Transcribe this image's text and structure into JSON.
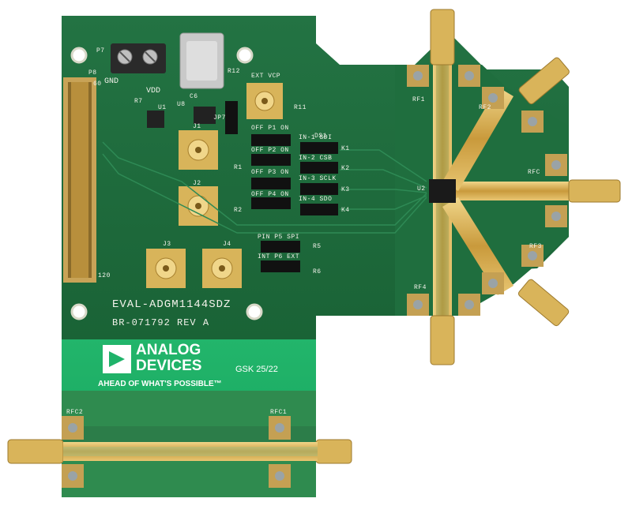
{
  "board": {
    "title": "EVAL-ADGM1144SDZ",
    "revision_line": "BR-071792   REV A",
    "batch_code": "GSK  25/22",
    "colors": {
      "pcb": "#1d6b3c",
      "pcb_light": "#1fb36a",
      "gold": "#d9b45a",
      "connector": "#b08a3a",
      "silk": "#f2f2ea"
    }
  },
  "logo": {
    "line1": "ANALOG",
    "line2": "DEVICES",
    "tagline": "AHEAD OF WHAT'S POSSIBLE™"
  },
  "power": {
    "terminal_ref": "P7",
    "gnd": "GND",
    "vdd": "VDD",
    "ext_vcp": "EXT VCP"
  },
  "header": {
    "ref": "P8",
    "pin_first": "60",
    "pin_last": "120"
  },
  "connectors": {
    "j1": "J1",
    "j2": "J2",
    "j3": "J3",
    "j4": "J4",
    "rf1": "RF1",
    "rf2": "RF2",
    "rf3": "RF3",
    "rf4": "RF4",
    "rfc": "RFC",
    "rfc1": "RFC1",
    "rfc2": "RFC2"
  },
  "jumpers": {
    "p1": "OFF  P1   ON",
    "p2": "OFF  P2   ON",
    "p3": "OFF  P3   ON",
    "p4": "OFF  P4   ON",
    "in1": "IN-1   SDI",
    "in2": "IN-2   CSB",
    "in3": "IN-3  SCLK",
    "in4": "IN-4   SDO",
    "p5": "PIN  P5  SPI",
    "p6": "INT  P6  EXT",
    "k1": "K1",
    "k2": "K2",
    "k3": "K3",
    "k4": "K4",
    "jp7": "JP7"
  },
  "components": {
    "u1": "U1",
    "u2": "U2",
    "u8": "U8",
    "c6": "C6",
    "r1": "R1",
    "r2": "R2",
    "r5": "R5",
    "r6": "R6",
    "r7": "R7",
    "r11": "R11",
    "r12": "R12",
    "ds1": "DS1"
  }
}
